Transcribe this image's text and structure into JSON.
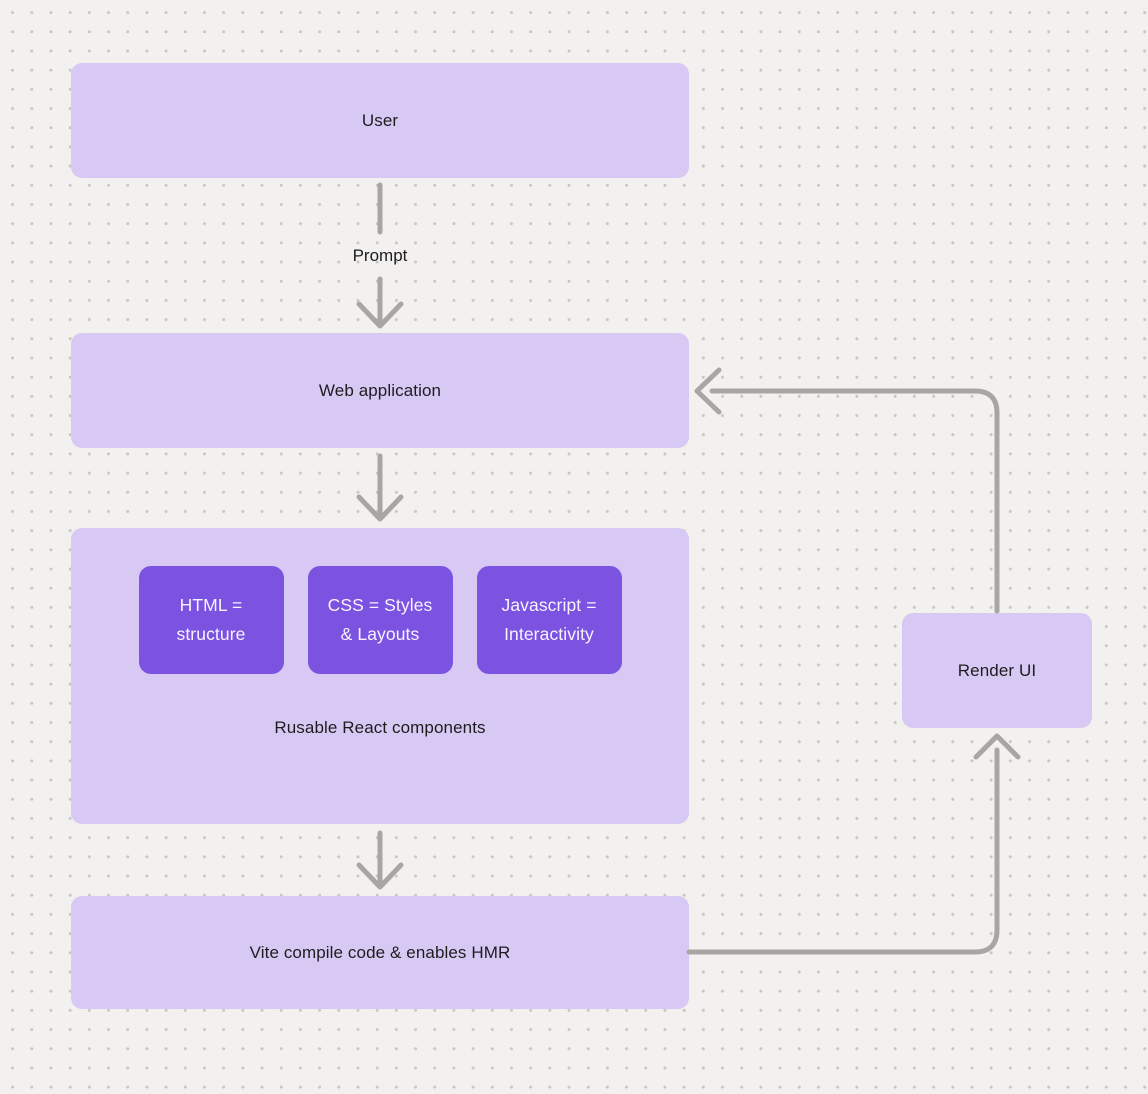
{
  "colors": {
    "background": "#f2f1ef",
    "grid_dot": "#c8c6c3",
    "node_fill": "#d7c9f4",
    "component_fill": "#7c52e1",
    "component_text": "#f7f3ff",
    "arrow": "#a8a6a4",
    "text": "#1d1d1f"
  },
  "nodes": {
    "user": {
      "label": "User"
    },
    "web_application": {
      "label": "Web application"
    },
    "components": {
      "items": [
        {
          "label": "HTML =\nstructure"
        },
        {
          "label": "CSS = Styles\n& Layouts"
        },
        {
          "label": "Javascript =\nInteractivity"
        }
      ],
      "caption": "Rusable React components"
    },
    "vite": {
      "label": "Vite compile code & enables HMR"
    },
    "render_ui": {
      "label": "Render UI"
    }
  },
  "edges": {
    "user_to_webapp_label": "Prompt"
  }
}
